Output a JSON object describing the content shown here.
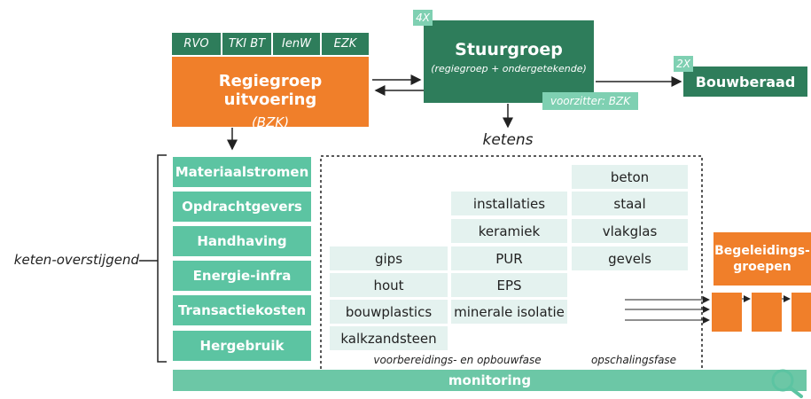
{
  "colors": {
    "dark_green": "#2e7d5b",
    "mid_green": "#5cc4a2",
    "light_green": "#e4f2ef",
    "orange": "#f07f2a",
    "monitoring_green": "#6cc7a6"
  },
  "top_tags": [
    "RVO",
    "TKI BT",
    "IenW",
    "EZK"
  ],
  "regiegroep": {
    "title": "Regiegroep uitvoering",
    "subtitle": "(BZK)"
  },
  "stuurgroep": {
    "multiplier": "4X",
    "title": "Stuurgroep",
    "subtitle": "(regiegroep + ondergetekende)",
    "chair": "voorzitter: BZK"
  },
  "bouwberaad": {
    "multiplier": "2X",
    "title": "Bouwberaad"
  },
  "ketens_label": "ketens",
  "workstreams": [
    "Materiaalstromen",
    "Opdrachtgevers",
    "Handhaving",
    "Energie-infra",
    "Transactiekosten",
    "Hergebruik"
  ],
  "keten_overstijgend": "keten-overstijgend",
  "chains": {
    "col1": [
      "gips",
      "hout",
      "bouwplastics",
      "kalkzandsteen"
    ],
    "col2": [
      "installaties",
      "keramiek",
      "PUR",
      "EPS",
      "minerale isolatie"
    ],
    "col3": [
      "beton",
      "staal",
      "vlakglas",
      "gevels"
    ]
  },
  "phases": {
    "left": "voorbereidings- en opbouwfase",
    "right": "opschalingsfase"
  },
  "begeleidingsgroepen": "Begeleidings-groepen",
  "monitoring": "monitoring",
  "icons": {
    "monitoring": "magnifier-icon"
  }
}
